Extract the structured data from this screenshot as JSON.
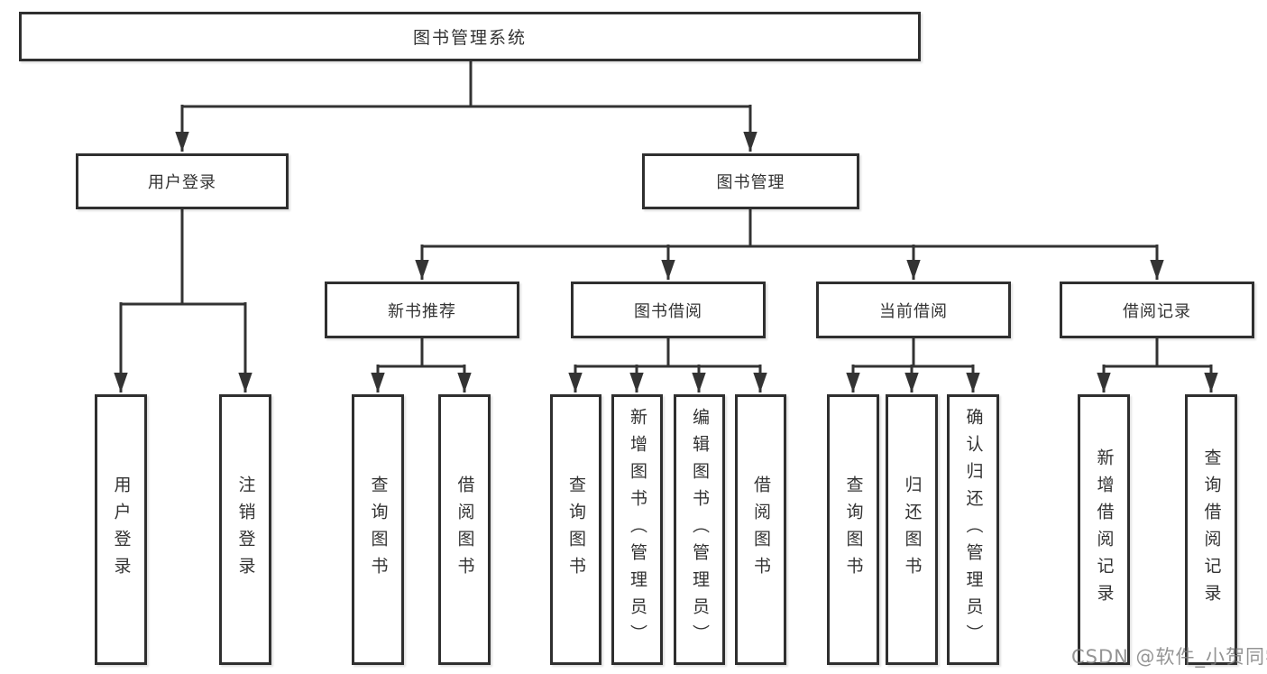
{
  "title": {
    "label": "图书管理系统"
  },
  "branches": {
    "user_login": {
      "label": "用户登录",
      "children": [
        {
          "label": "用户登录"
        },
        {
          "label": "注销登录"
        }
      ]
    },
    "book_management": {
      "label": "图书管理",
      "sections": [
        {
          "label": "新书推荐",
          "children": [
            {
              "label": "查询图书"
            },
            {
              "label": "借阅图书"
            }
          ]
        },
        {
          "label": "图书借阅",
          "children": [
            {
              "label": "查询图书"
            },
            {
              "label": "新增图书（管理员）"
            },
            {
              "label": "编辑图书（管理员）"
            },
            {
              "label": "借阅图书"
            }
          ]
        },
        {
          "label": "当前借阅",
          "children": [
            {
              "label": "查询图书"
            },
            {
              "label": "归还图书"
            },
            {
              "label": "确认归还（管理员）"
            }
          ]
        },
        {
          "label": "借阅记录",
          "children": [
            {
              "label": "新增借阅记录"
            },
            {
              "label": "查询借阅记录"
            }
          ]
        }
      ]
    }
  },
  "watermark": "CSDN @软件_小贺同学",
  "colors": {
    "line": "#333333",
    "box_border": "#2f2f2f",
    "box_background": "#ffffff",
    "text": "#333333",
    "watermark": "#7d7d7d",
    "page_background": "#ffffff"
  }
}
